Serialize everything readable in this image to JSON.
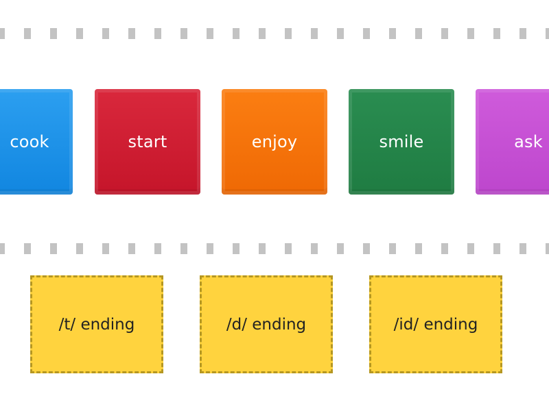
{
  "cards": [
    {
      "label": "cook",
      "color_top": "#2c9ff0",
      "color_bottom": "#1186e0"
    },
    {
      "label": "start",
      "color_top": "#d9283c",
      "color_bottom": "#c5152a"
    },
    {
      "label": "enjoy",
      "color_top": "#fb7e12",
      "color_bottom": "#ef6904"
    },
    {
      "label": "smile",
      "color_top": "#2a8d51",
      "color_bottom": "#1f7c42"
    },
    {
      "label": "ask",
      "color_top": "#cf5bdb",
      "color_bottom": "#bd46cd"
    }
  ],
  "targets": [
    {
      "label": "/t/ ending"
    },
    {
      "label": "/d/ ending"
    },
    {
      "label": "/id/ ending"
    }
  ],
  "colors": {
    "target_fill": "#ffd33e",
    "target_border": "#b59722",
    "dash": "#c3c3c3"
  }
}
